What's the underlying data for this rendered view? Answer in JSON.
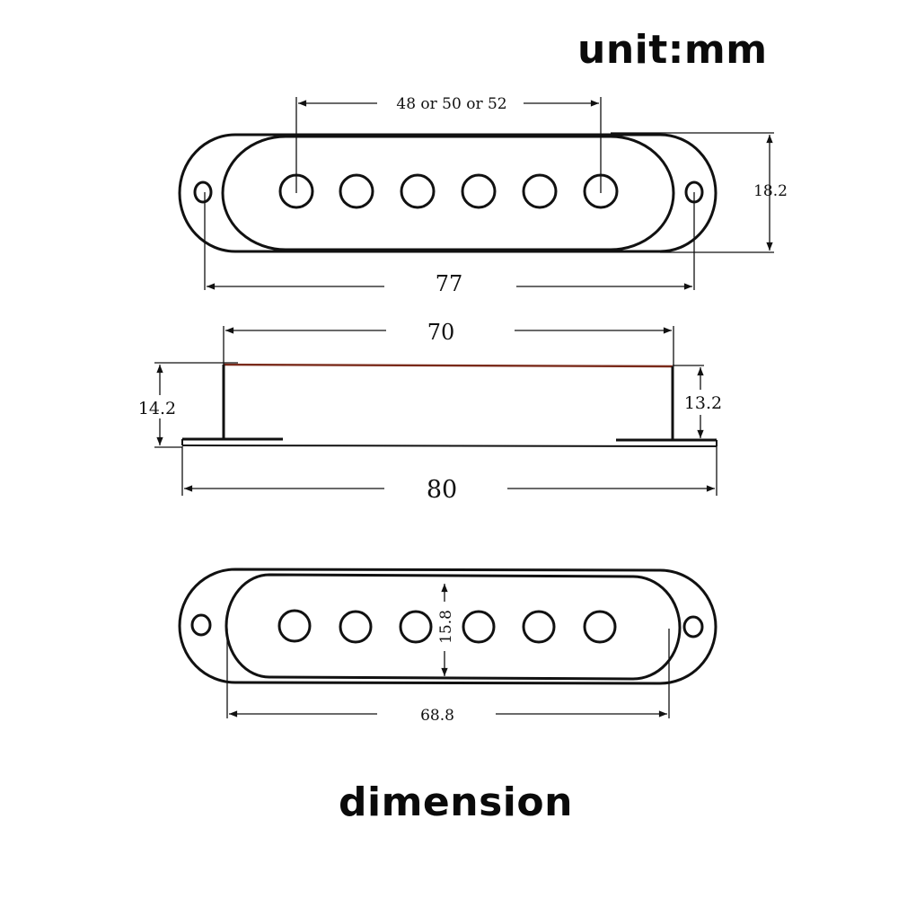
{
  "header": {
    "unit_label": "unit:mm"
  },
  "footer": {
    "title": "dimension"
  },
  "top_view": {
    "pole_spacing_label": "48 or 50 or 52",
    "mount_hole_spacing_label": "77",
    "height_label": "18.2",
    "pole_count": 6,
    "mount_hole_count": 2
  },
  "side_view": {
    "cover_length_label": "70",
    "base_length_label": "80",
    "left_height_label": "14.2",
    "right_height_label": "13.2"
  },
  "bottom_view": {
    "inner_width_label": "15.8",
    "inner_length_label": "68.8",
    "pole_count": 6,
    "mount_hole_count": 2
  }
}
